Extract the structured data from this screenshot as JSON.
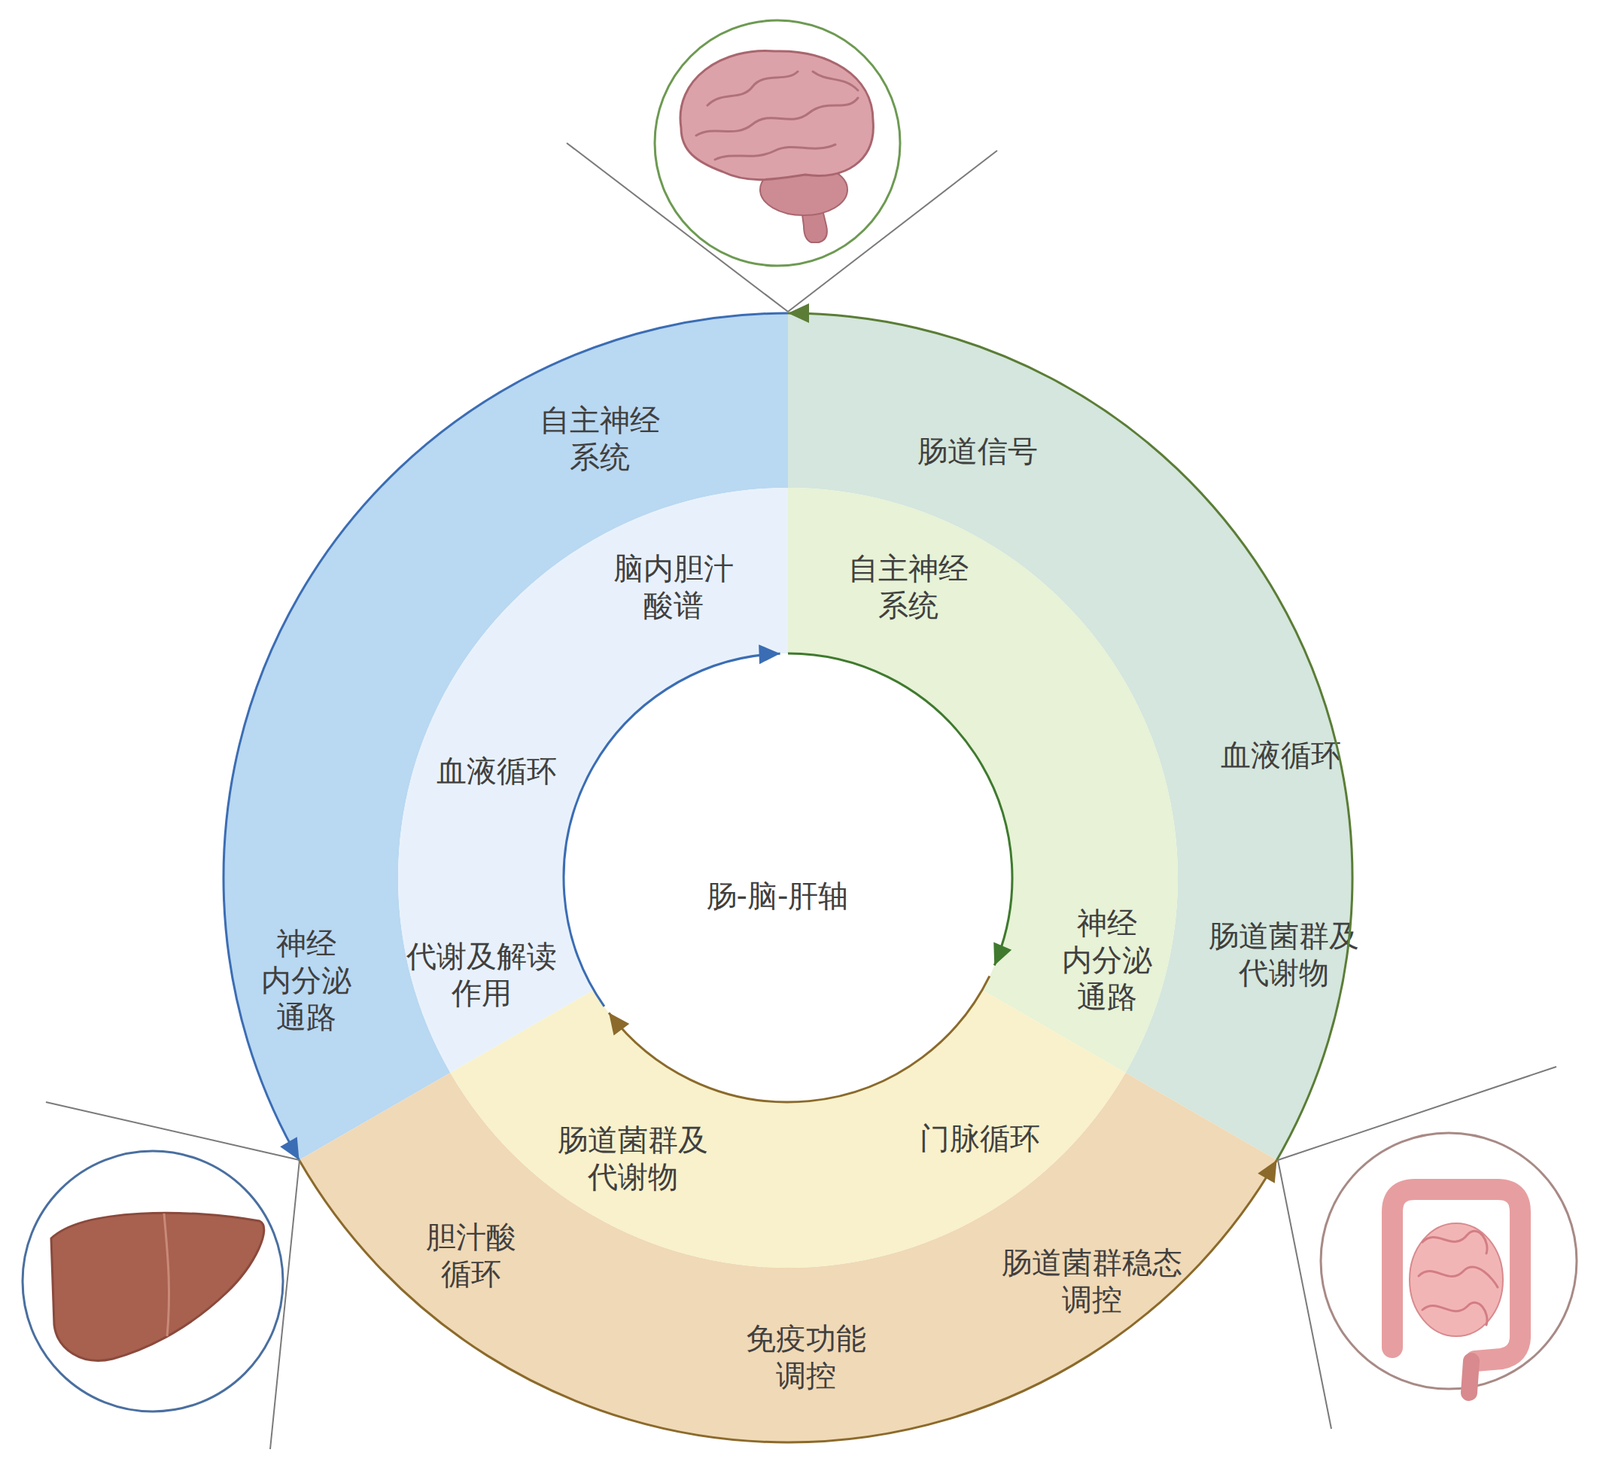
{
  "diagram": {
    "nodes": [
      {
        "text": [
          "自主神经 系统",
          "神经 内分泌 通路"
        ]
      },
      {
        "text": [
          "肠道信号",
          "血液循环",
          "肠道菌群及 代谢物"
        ]
      },
      {
        "text": [
          "胆汁酸 循环",
          "免疫功能 调控",
          "肠道菌群稳态 调控"
        ]
      },
      {
        "text": [
          "脑内胆汁 酸谱",
          "血液循环",
          "代谢及解读 作用"
        ]
      },
      {
        "text": [
          "自主神经 系统",
          "神经 内分泌 通路"
        ]
      },
      {
        "text": [
          "肠道菌群及 代谢物",
          "门脉循环"
        ]
      },
      {
        "text": [
          "肠-脑-肝轴"
        ]
      }
    ]
  }
}
